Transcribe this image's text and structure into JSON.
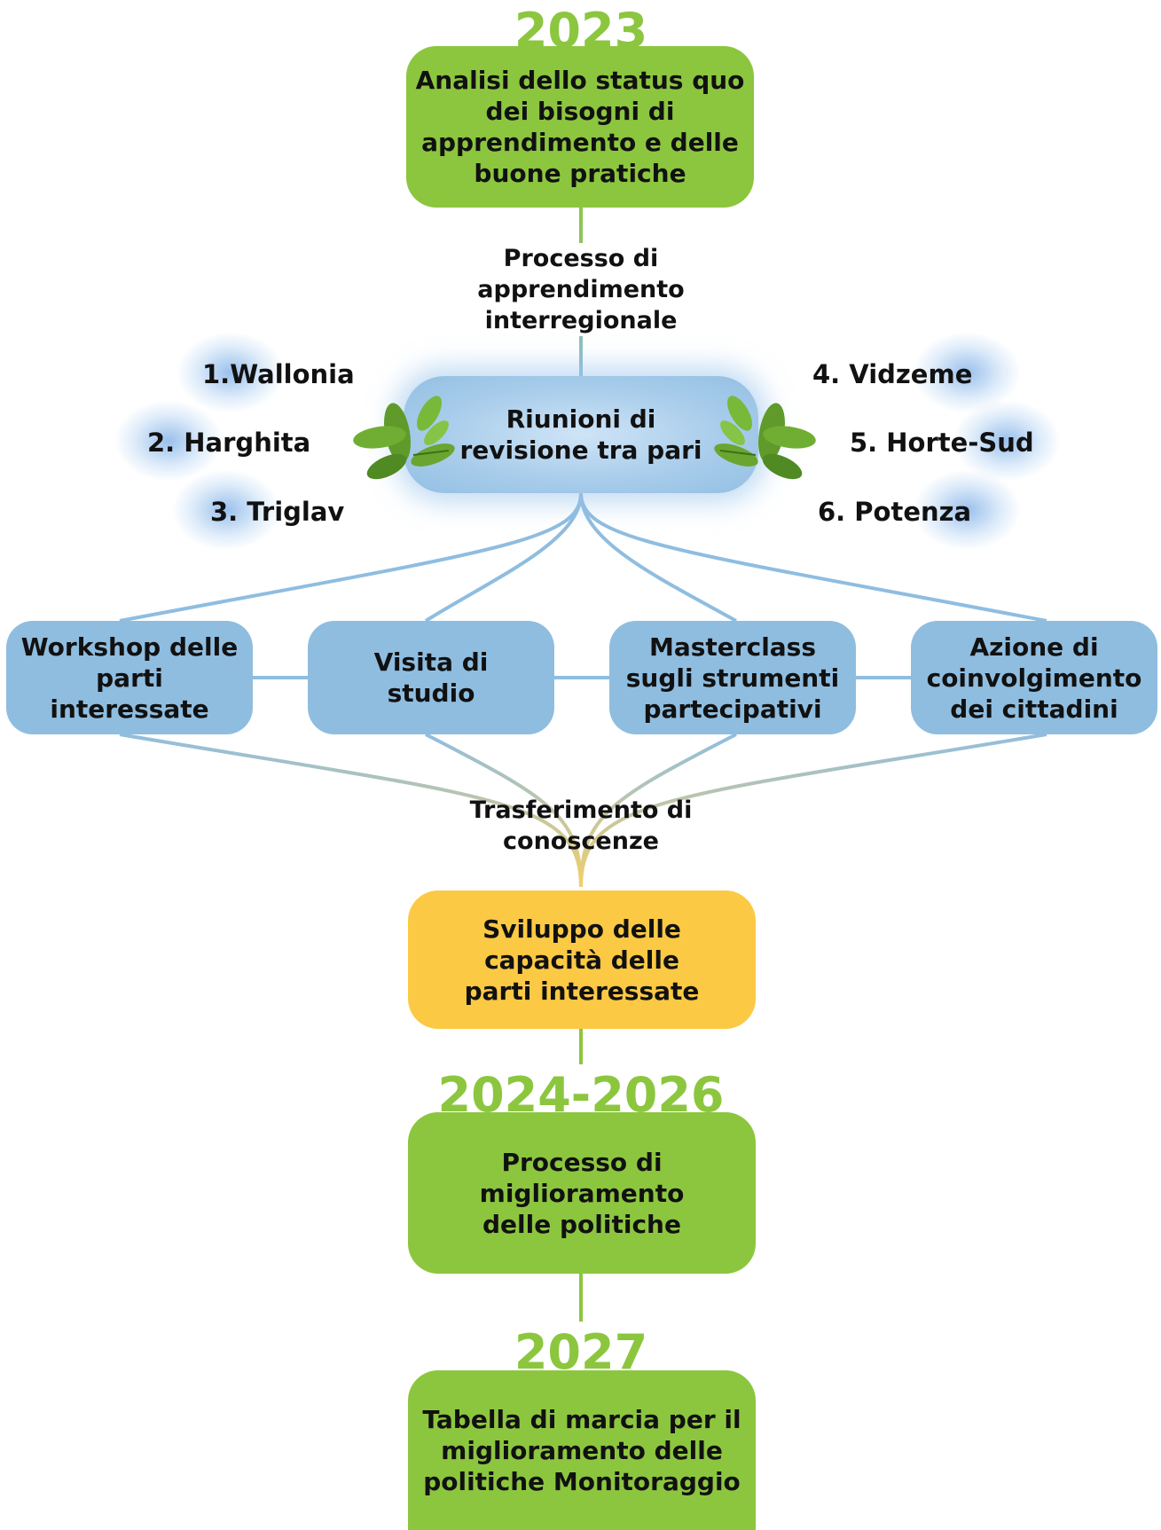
{
  "years": {
    "start": "2023",
    "middle": "2024-2026",
    "end": "2027"
  },
  "boxes": {
    "analysis": "Analisi dello status quo dei bisogni di apprendimento e delle buone pratiche",
    "peer_review": "Riunioni di revisione tra pari",
    "workshop": "Workshop delle parti interessate",
    "study_visit": "Visita di studio",
    "masterclass": "Masterclass sugli strumenti partecipativi",
    "citizen_action": "Azione di coinvolgimento dei cittadini",
    "capacity": "Sviluppo delle capacità delle parti interessate",
    "policy_process": "Processo di miglioramento delle politiche",
    "roadmap": "Tabella di marcia per il miglioramento delle politiche Monitoraggio"
  },
  "labels": {
    "learning_process": "Processo di apprendimento interregionale",
    "knowledge_transfer": "Trasferimento di conoscenze"
  },
  "regions": {
    "r1": "1.Wallonia",
    "r2": "2. Harghita",
    "r3": "3. Triglav",
    "r4": "4. Vidzeme",
    "r5": "5. Horte-Sud",
    "r6": "6. Potenza"
  },
  "colors": {
    "green": "#8cc63f",
    "blue": "#8fbde0",
    "yellow": "#fcc944",
    "line_blue": "#8fbde0"
  },
  "icons": {
    "leaves": "leaves-icon"
  }
}
